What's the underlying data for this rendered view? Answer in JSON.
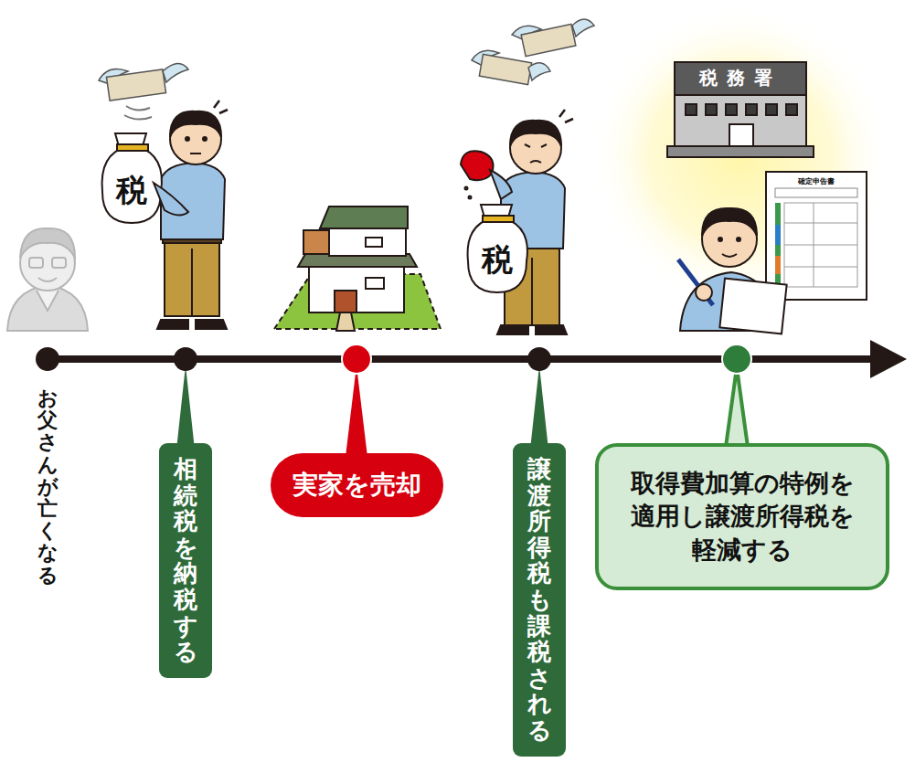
{
  "diagram": {
    "nodes": [
      {
        "text": [
          "相続税を納税する"
        ]
      },
      {
        "text": [
          "実家を売却"
        ]
      },
      {
        "text": [
          "譲渡所得税も課税される"
        ]
      },
      {
        "text": [
          "取得費加算の特例を適用し譲渡所得税を軽減する"
        ]
      }
    ],
    "labels": [
      "お父さんが亡くなる",
      "税",
      "税",
      "税務署",
      "確定申告書"
    ]
  }
}
